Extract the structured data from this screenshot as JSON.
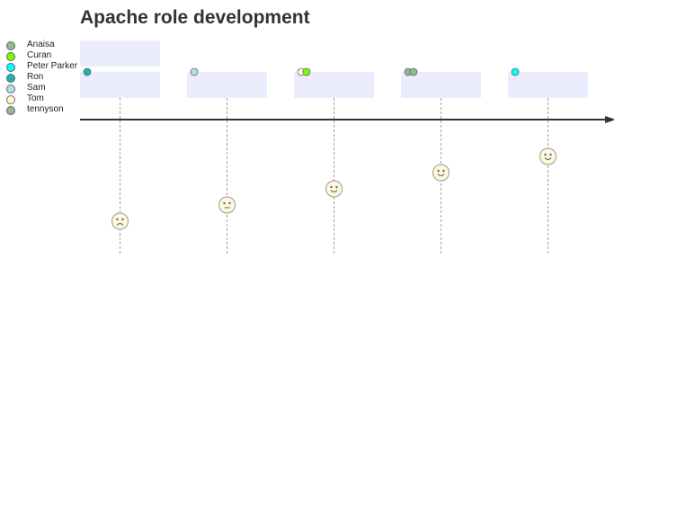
{
  "title": "Apache role development",
  "actors": [
    {
      "name": "Anaisa",
      "color": "#8fbc8f"
    },
    {
      "name": "Curan",
      "color": "#7cfc00"
    },
    {
      "name": "Peter Parker",
      "color": "#00ffff"
    },
    {
      "name": "Ron",
      "color": "#20b2aa"
    },
    {
      "name": "Sam",
      "color": "#b0e0e6"
    },
    {
      "name": "Tom",
      "color": "#fffacd"
    },
    {
      "name": "tennyson",
      "color": "#8fbc8f"
    }
  ],
  "sections": [
    {
      "label": ""
    }
  ],
  "tasks": [
    {
      "label": "",
      "score": 1,
      "mood": "sad",
      "actors": [
        "Ron"
      ]
    },
    {
      "label": "",
      "score": 2,
      "mood": "neutral",
      "actors": [
        "Sam"
      ]
    },
    {
      "label": "",
      "score": 3,
      "mood": "happy",
      "actors": [
        "Tom",
        "Curan"
      ]
    },
    {
      "label": "",
      "score": 4,
      "mood": "happy",
      "actors": [
        "Anaisa",
        "tennyson"
      ]
    },
    {
      "label": "",
      "score": 5,
      "mood": "happy",
      "actors": [
        "Peter Parker"
      ]
    }
  ],
  "colors": {
    "box_fill": "#ececff",
    "axis": "#333333",
    "dash": "#666666",
    "face_fill": "#fff8dc",
    "face_stroke": "#999999"
  }
}
